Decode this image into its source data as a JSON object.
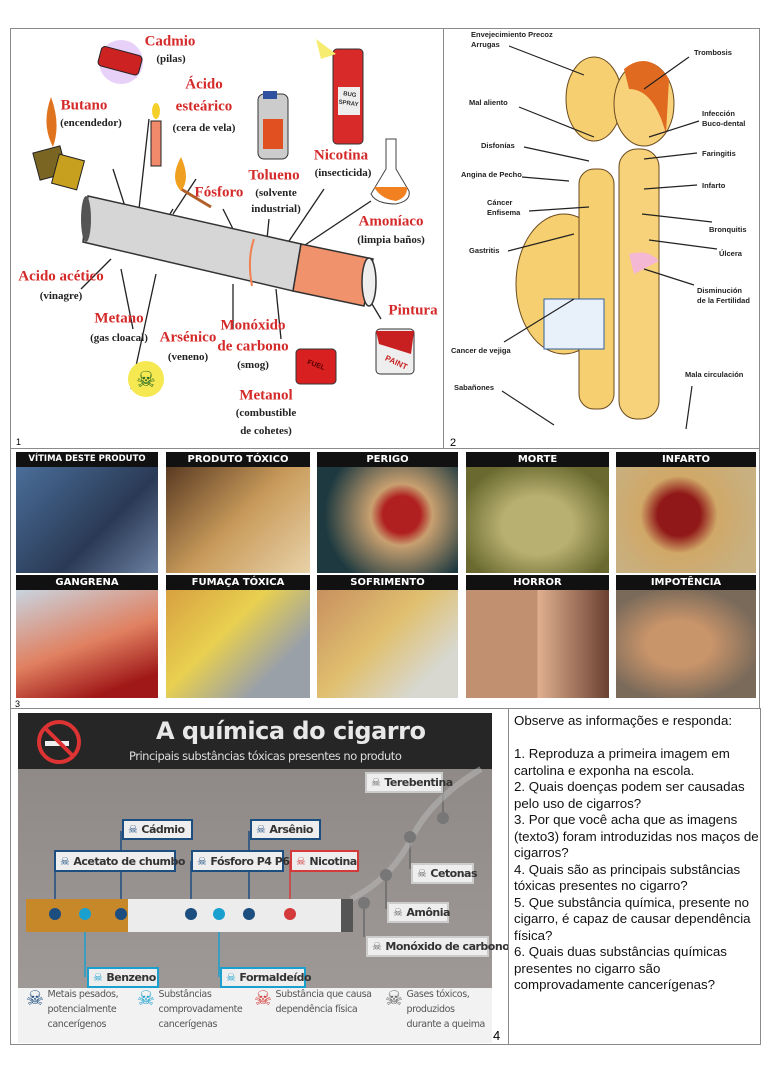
{
  "panel1": {
    "number": "1",
    "labels": [
      {
        "name": "Cadmio",
        "sub": [
          "(pilas)"
        ]
      },
      {
        "name": "Ácido",
        "name2": "esteárico",
        "sub": [
          "(cera de vela)"
        ]
      },
      {
        "name": "Butano",
        "sub": [
          "(encendedor)"
        ]
      },
      {
        "name": "Nicotina",
        "sub": [
          "(insecticida)"
        ]
      },
      {
        "name": "Tolueno",
        "sub": [
          "(solvente",
          "industrial)"
        ]
      },
      {
        "name": "Fósforo"
      },
      {
        "name": "Amoníaco",
        "sub": [
          "(limpia baños)"
        ]
      },
      {
        "name": "Acido acético",
        "sub": [
          "(vinagre)"
        ]
      },
      {
        "name": "Metano",
        "sub": [
          "(gas cloacal)"
        ]
      },
      {
        "name": "Arsénico",
        "sub": [
          "(veneno)"
        ]
      },
      {
        "name": "Monóxido",
        "name2": "de carbono",
        "sub": [
          "(smog)"
        ]
      },
      {
        "name": "Pintura"
      },
      {
        "name": "Metanol",
        "sub": [
          "(combustible",
          "de cohetes)"
        ]
      }
    ],
    "object_text": {
      "spray": "BUG SPRAY",
      "fuel": "FUEL",
      "paint": "PAINT"
    }
  },
  "panel2": {
    "number": "2",
    "labels": [
      "Envejecimiento Precoz",
      "Arrugas",
      "Trombosis",
      "Mal aliento",
      "Infección",
      "Buco-dental",
      "Disfonías",
      "Faringitis",
      "Angina de Pecho",
      "Infarto",
      "Cáncer",
      "Enfisema",
      "Bronquitis",
      "Gastritis",
      "Úlcera",
      "Disminución",
      "de la Fertilidad",
      "Cancer de vejiga",
      "Mala circulación",
      "Sabañones"
    ]
  },
  "panel3": {
    "number": "3",
    "tiles": [
      "VÍTIMA DESTE PRODUTO",
      "PRODUTO TÓXICO",
      "PERIGO",
      "MORTE",
      "INFARTO",
      "GANGRENA",
      "FUMAÇA TÓXICA",
      "SOFRIMENTO",
      "HORROR",
      "IMPOTÊNCIA"
    ]
  },
  "panel4": {
    "number": "4",
    "title": "A química do cigarro",
    "subtitle": "Principais substâncias tóxicas presentes no produto",
    "tags": [
      "Cádmio",
      "Arsênio",
      "Acetato de chumbo",
      "Fósforo P4 P6",
      "Nicotina",
      "Terebentina",
      "Cetonas",
      "Amônia",
      "Monóxido de carbono",
      "Benzeno",
      "Formaldeído"
    ],
    "legend": [
      {
        "lines": [
          "Metais pesados,",
          "potencialmente",
          "cancerígenos"
        ],
        "color": "#1d4e80"
      },
      {
        "lines": [
          "Substâncias",
          "comprovadamente",
          "cancerígenas"
        ],
        "color": "#1aa0cf"
      },
      {
        "lines": [
          "Substância que causa",
          "dependência física"
        ],
        "color": "#d33a3a"
      },
      {
        "lines": [
          "Gases tóxicos,",
          "produzidos",
          "durante a queima"
        ],
        "color": "#666666"
      }
    ],
    "skull_icon": "☠"
  },
  "questions": {
    "intro": "Observe as informações e responda:",
    "items": [
      "1. Reproduza  a primeira imagem em cartolina e exponha na escola.",
      "2. Quais doenças podem ser causadas pelo uso de cigarros?",
      "3. Por que você acha que as imagens (texto3) foram introduzidas nos maços de cigarros?",
      "4. Quais são as principais substâncias tóxicas presentes no cigarro?",
      "5. Que substância química, presente no cigarro, é capaz de causar dependência física?",
      "6. Quais duas substâncias químicas presentes no cigarro são comprovadamente cancerígenas?"
    ]
  }
}
